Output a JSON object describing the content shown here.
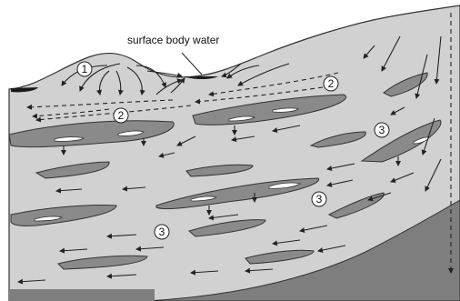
{
  "labels": {
    "surface_water": "surface body water",
    "marker_1": "1",
    "marker_2": "2",
    "marker_3": "3"
  },
  "colors": {
    "aquifer": "#d1d1d1",
    "lens": "#8a8a8a",
    "base": "#7e7e7e",
    "water": "#1a1a1a",
    "outline": "#333333"
  }
}
